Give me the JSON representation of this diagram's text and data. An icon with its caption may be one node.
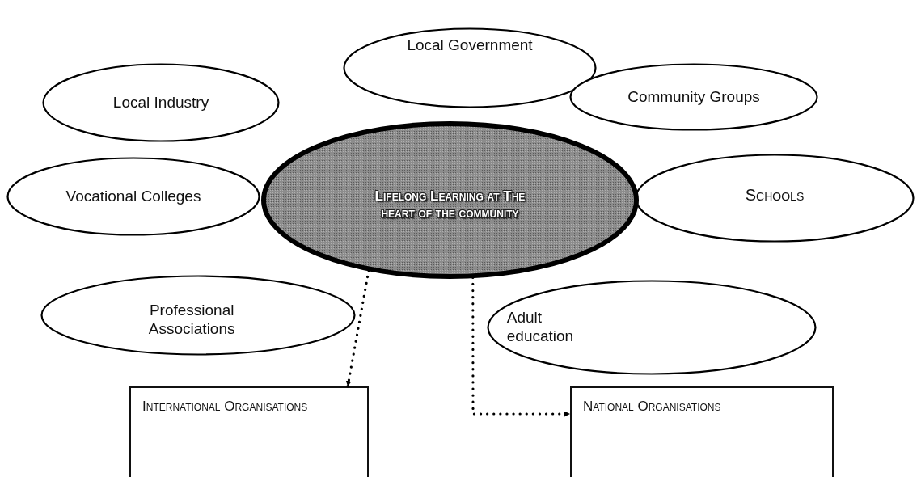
{
  "diagram": {
    "nodes": [
      {
        "text": [
          "Local Government"
        ]
      },
      {
        "text": [
          "Local Industry"
        ]
      },
      {
        "text": [
          "Community Groups"
        ]
      },
      {
        "text": [
          "Vocational Colleges"
        ]
      },
      {
        "text": [
          "Lifelong Learning at The heart of the community"
        ]
      },
      {
        "text": [
          "Schools"
        ]
      },
      {
        "text": [
          "Professional Associations"
        ]
      },
      {
        "text": [
          "Adult education"
        ]
      },
      {
        "text": [
          "International Organisations"
        ]
      },
      {
        "text": [
          "National Organisations"
        ]
      }
    ],
    "edges": [
      {
        "from": 4,
        "to": 8,
        "arrow": "to",
        "style": "dashed"
      },
      {
        "from": 4,
        "to": 9,
        "arrow": "to",
        "style": "dashed"
      }
    ]
  }
}
